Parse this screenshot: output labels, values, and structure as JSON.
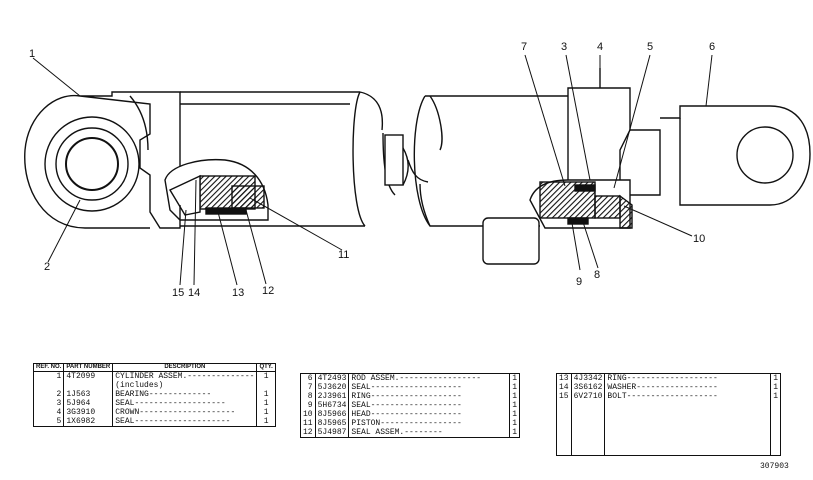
{
  "callouts": [
    "1",
    "2",
    "3",
    "4",
    "5",
    "6",
    "7",
    "8",
    "9",
    "10",
    "11",
    "12",
    "13",
    "14",
    "15"
  ],
  "table1": {
    "headers": {
      "ref": "REF. NO.",
      "part": "PART NUMBER",
      "desc": "DESCRIPTION",
      "qty": "QTY."
    },
    "rows": [
      {
        "ref": "1",
        "part": "4T2099",
        "desc": "CYLINDER ASSEM.--------------",
        "qty": "1"
      },
      {
        "ref": "",
        "part": "",
        "desc": "   (includes)",
        "qty": ""
      },
      {
        "ref": "2",
        "part": "1J563",
        "desc": "   BEARING-------------",
        "qty": "1"
      },
      {
        "ref": "3",
        "part": "5J964",
        "desc": "SEAL-------------------",
        "qty": "1"
      },
      {
        "ref": "4",
        "part": "3G3910",
        "desc": "CROWN--------------------",
        "qty": "1"
      },
      {
        "ref": "5",
        "part": "1X6982",
        "desc": "SEAL--------------------",
        "qty": "1"
      }
    ]
  },
  "table2": {
    "rows": [
      {
        "ref": "6",
        "part": "4T2493",
        "desc": "ROD ASSEM.-----------------",
        "qty": "1"
      },
      {
        "ref": "7",
        "part": "5J3620",
        "desc": "SEAL-------------------",
        "qty": "1"
      },
      {
        "ref": "8",
        "part": "2J3961",
        "desc": "RING-------------------",
        "qty": "1"
      },
      {
        "ref": "9",
        "part": "5H6734",
        "desc": "SEAL-------------------",
        "qty": "1"
      },
      {
        "ref": "10",
        "part": "8J5966",
        "desc": "HEAD-------------------",
        "qty": "1"
      },
      {
        "ref": "11",
        "part": "8J5965",
        "desc": "PISTON-----------------",
        "qty": "1"
      },
      {
        "ref": "12",
        "part": "5J4987",
        "desc": "SEAL ASSEM.--------",
        "qty": "1"
      }
    ]
  },
  "table3": {
    "rows": [
      {
        "ref": "13",
        "part": "4J3342",
        "desc": "RING-------------------",
        "qty": "1"
      },
      {
        "ref": "14",
        "part": "3S6162",
        "desc": "WASHER-----------------",
        "qty": "1"
      },
      {
        "ref": "15",
        "part": "6V2710",
        "desc": "BOLT-------------------",
        "qty": "1"
      }
    ]
  },
  "drawing_number": "307903"
}
